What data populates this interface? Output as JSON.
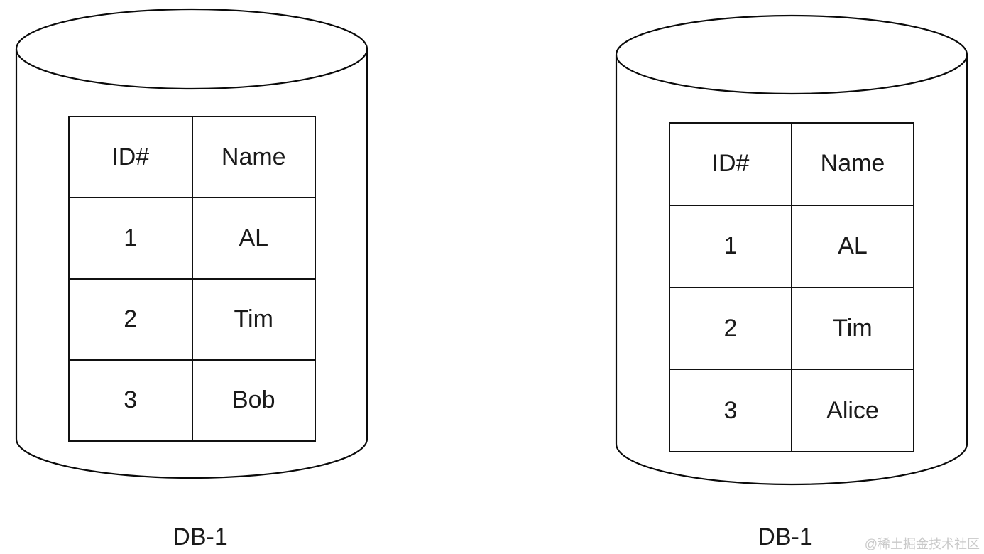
{
  "background_color": "#ffffff",
  "stroke_color": "#0a0a0a",
  "text_color": "#1a1a1a",
  "watermark": {
    "text": "@稀土掘金技术社区",
    "color": "#c9c9c9"
  },
  "databases": [
    {
      "label": "DB-1",
      "table": {
        "headers": [
          "ID#",
          "Name"
        ],
        "rows": [
          [
            "1",
            "AL"
          ],
          [
            "2",
            "Tim"
          ],
          [
            "3",
            "Bob"
          ]
        ]
      }
    },
    {
      "label": "DB-1",
      "table": {
        "headers": [
          "ID#",
          "Name"
        ],
        "rows": [
          [
            "1",
            "AL"
          ],
          [
            "2",
            "Tim"
          ],
          [
            "3",
            "Alice"
          ]
        ]
      }
    }
  ]
}
